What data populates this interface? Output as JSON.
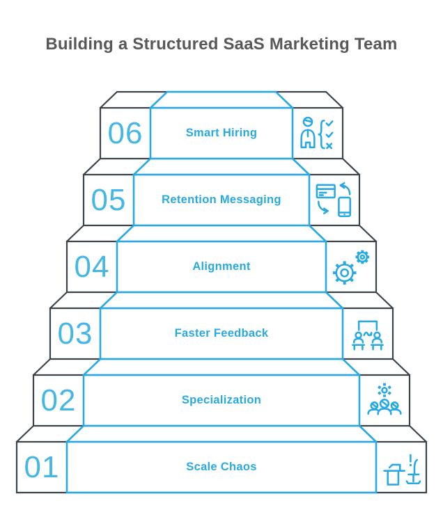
{
  "title": "Building a Structured SaaS Marketing Team",
  "colors": {
    "accent_blue": "#29A9E1",
    "number_blue": "#45B6E6",
    "outline_dark": "#3A434D",
    "title_gray": "#57585A",
    "background": "#FFFFFF"
  },
  "diagram_type": "staircase-steps",
  "steps": [
    {
      "number": "06",
      "label": "Smart Hiring",
      "icon": "person-checklist-icon"
    },
    {
      "number": "05",
      "label": "Retention Messaging",
      "icon": "cross-device-messaging-icon"
    },
    {
      "number": "04",
      "label": "Alignment",
      "icon": "gears-icon"
    },
    {
      "number": "03",
      "label": "Faster Feedback",
      "icon": "meeting-feedback-icon"
    },
    {
      "number": "02",
      "label": "Specialization",
      "icon": "team-gear-icon"
    },
    {
      "number": "01",
      "label": "Scale Chaos",
      "icon": "empty-desk-icon"
    }
  ]
}
